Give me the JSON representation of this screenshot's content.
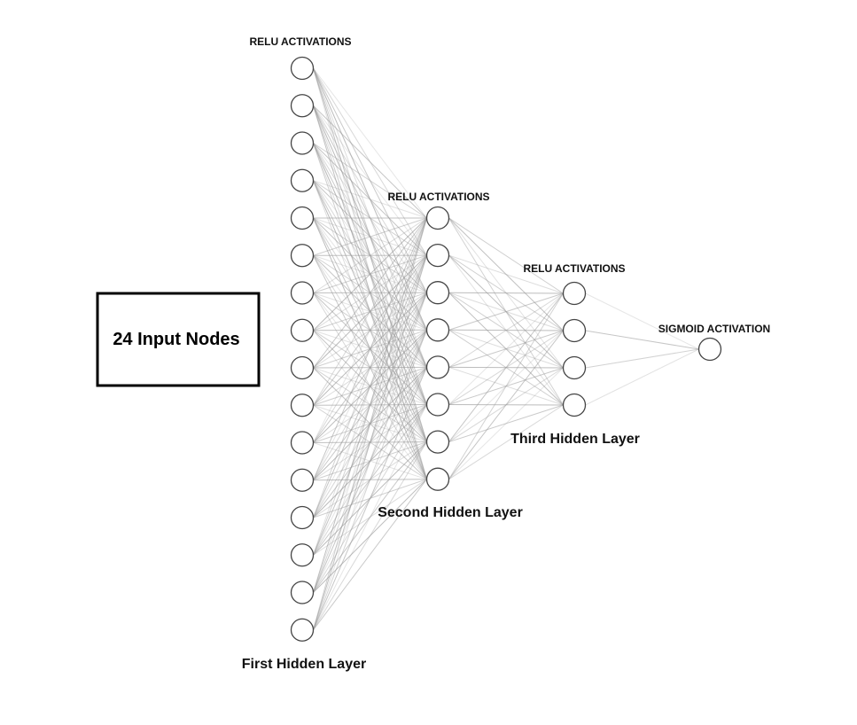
{
  "input_box": {
    "label": "24 Input Nodes"
  },
  "layers": [
    {
      "id": "first",
      "nodes": 16,
      "activation": "RELU ACTIVATIONS",
      "name": "First Hidden Layer"
    },
    {
      "id": "second",
      "nodes": 8,
      "activation": "RELU ACTIVATIONS",
      "name": "Second Hidden Layer"
    },
    {
      "id": "third",
      "nodes": 4,
      "activation": "RELU ACTIVATIONS",
      "name": "Third Hidden Layer"
    },
    {
      "id": "output",
      "nodes": 1,
      "activation": "SIGMOID ACTIVATION",
      "name": ""
    }
  ],
  "colors": {
    "node_stroke": "#444444",
    "edge": "#9a9a9a",
    "box_stroke": "#000000"
  }
}
